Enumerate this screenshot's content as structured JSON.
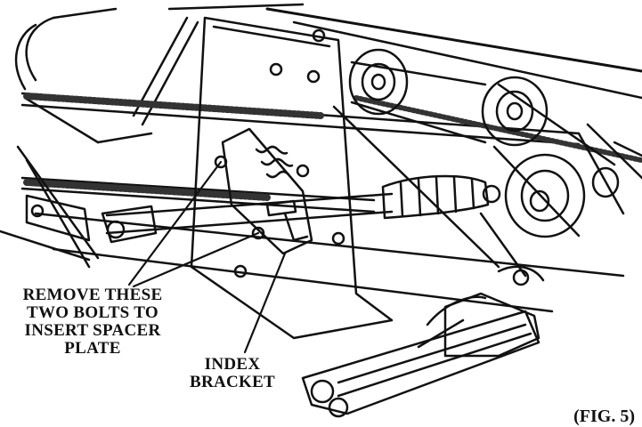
{
  "figure": {
    "caption": "(FIG. 5)",
    "callouts": {
      "remove_bolts": {
        "lines": [
          "REMOVE THESE",
          "TWO BOLTS TO",
          "INSERT SPACER",
          "PLATE"
        ]
      },
      "index_bracket": {
        "lines": [
          "INDEX",
          "BRACKET"
        ]
      }
    }
  },
  "colors": {
    "ink": "#111111",
    "paper": "#ffffff"
  }
}
